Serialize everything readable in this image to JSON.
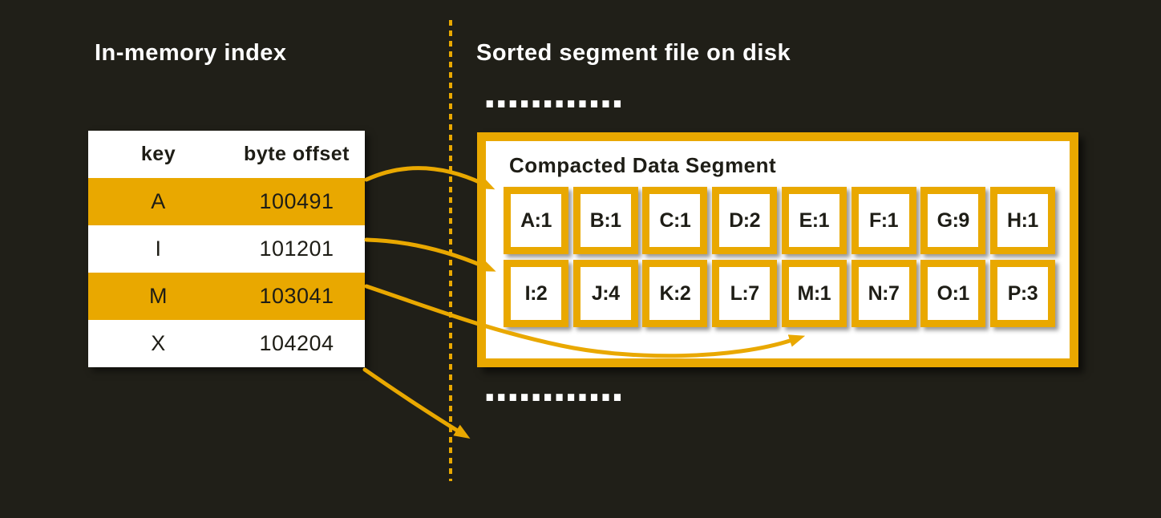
{
  "left": {
    "title": "In-memory index"
  },
  "right": {
    "title": "Sorted segment file on disk",
    "ellipsis_top": "............",
    "ellipsis_bottom": "............"
  },
  "index_table": {
    "headers": [
      "key",
      "byte offset"
    ],
    "rows": [
      {
        "key": "A",
        "offset": "100491",
        "highlighted": true
      },
      {
        "key": "I",
        "offset": "101201",
        "highlighted": false
      },
      {
        "key": "M",
        "offset": "103041",
        "highlighted": true
      },
      {
        "key": "X",
        "offset": "104204",
        "highlighted": false
      }
    ]
  },
  "segment": {
    "title": "Compacted Data Segment",
    "row1": [
      "A:1",
      "B:1",
      "C:1",
      "D:2",
      "E:1",
      "F:1",
      "G:9",
      "H:1"
    ],
    "row2": [
      "I:2",
      "J:4",
      "K:2",
      "L:7",
      "M:1",
      "N:7",
      "O:1",
      "P:3"
    ]
  },
  "arrows": [
    {
      "from": "index-row-A",
      "to": "segment-cell-A:1"
    },
    {
      "from": "index-row-I",
      "to": "segment-cell-I:2"
    },
    {
      "from": "index-row-M",
      "to": "segment-cell-M:1"
    },
    {
      "from": "index-row-X",
      "to": "next-segment-below"
    }
  ],
  "colors": {
    "accent": "#E9A800",
    "background": "#201F18",
    "surface": "#FFFFFF",
    "ink": "#1E1D16",
    "text_light": "#FFFFFF"
  }
}
